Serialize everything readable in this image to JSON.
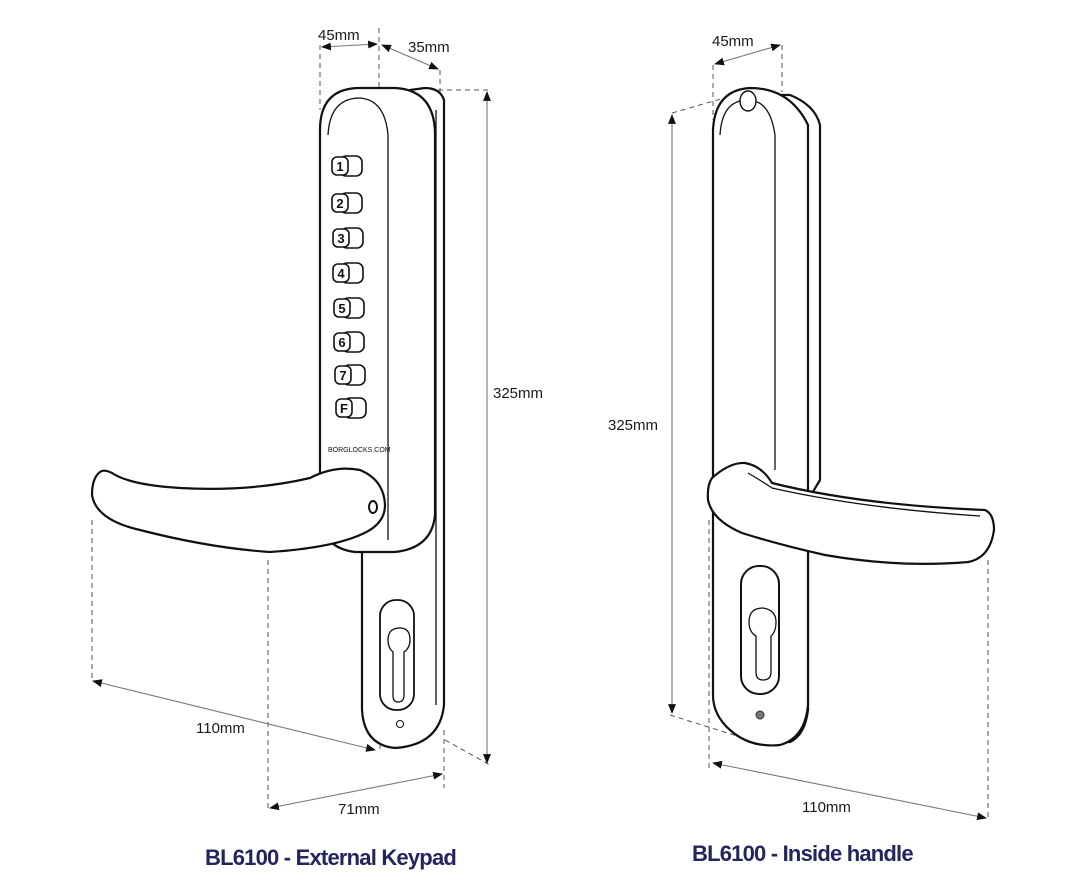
{
  "left_view": {
    "caption": "BL6100 - External Keypad",
    "dimensions": {
      "depth_top": "45mm",
      "width_top": "35mm",
      "height": "325mm",
      "handle_length": "110mm",
      "handle_projection": "71mm"
    },
    "keypad": {
      "keys": [
        "1",
        "2",
        "3",
        "4",
        "5",
        "6",
        "7",
        "F"
      ],
      "brand_text": "BORGLOCKS.COM"
    }
  },
  "right_view": {
    "caption": "BL6100 - Inside handle",
    "dimensions": {
      "depth_top": "45mm",
      "height": "325mm",
      "handle_length": "110mm"
    }
  },
  "colors": {
    "caption": "#24245e",
    "line": "#111111",
    "dimension": "#777777"
  }
}
